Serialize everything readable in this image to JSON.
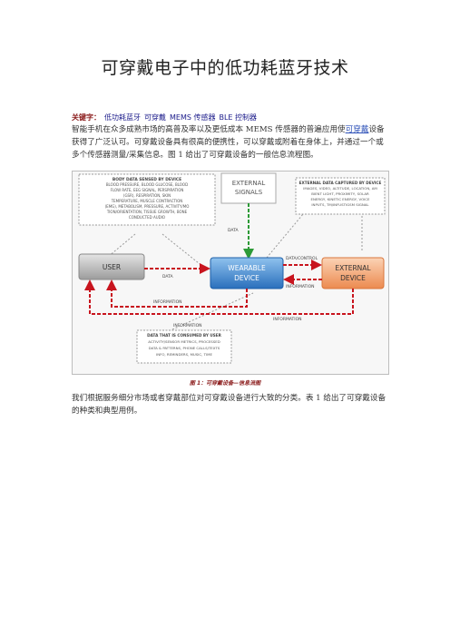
{
  "document": {
    "title": "可穿戴电子中的低功耗蓝牙技术",
    "keywords_label": "关键字：",
    "keywords": [
      "低功耗蓝牙",
      "可穿戴",
      "MEMS 传感器",
      "BLE 控制器"
    ],
    "para1_before": "智能手机在众多成熟市场的高普及率以及更低成本 MEMS 传感器的普遍应用使",
    "para1_link": "可穿戴",
    "para1_after": "设备获得了广泛认可。可穿戴设备具有很高的便携性，可以穿戴或附着在身体上，并通过一个或多个传感器测量/采集信息。图 1 给出了可穿戴设备的一般信息流程图。",
    "caption": "图 1：可穿戴设备—信息流图",
    "para2": "我们根据服务细分市场或者穿戴部位对可穿戴设备进行大致的分类。表 1 给出了可穿戴设备的种类和典型用例。"
  },
  "diagram": {
    "user": "USER",
    "wearable_line1": "WEARABLE",
    "wearable_line2": "DEVICE",
    "external_line1": "EXTERNAL",
    "external_line2": "DEVICE",
    "signals_line1": "EXTERNAL",
    "signals_line2": "SIGNALS",
    "label_data_top": "DATA",
    "label_data_left": "DATA",
    "label_data_control": "DATA/CONTROL",
    "label_information_right": "INFORMATION",
    "label_information_mid": "INFORMATION",
    "label_information_bottom": "INFORMATION",
    "label_information_lower": "INFORMATION",
    "body_data": [
      "BODY DATA SENSED BY DEVICE",
      "BLOOD PRESSURE, BLOOD GLUCOSE, BLOOD",
      "FLOW RATE, EEG SIGNAL, PERSPIRATION",
      "(GSR), RESPIRATION, SKIN",
      "TEMPERATURE, MUSCLE CONTRACTION",
      "(EMG), METABOLISM, PRESSURE, ACTIVITY/MO",
      "TION/ORIENTATION, TISSUE GROWTH, BONE",
      "CONDUCTED AUDIO"
    ],
    "external_data": [
      "EXTERNAL DATA CAPTURED BY DEVICE",
      "IMAGES, VIDEO, ALTITUDE, LOCATION, AM",
      "BIENT LIGHT, PROXIMITY, SOLAR",
      "ENERGY, KINETIC ENERGY, VOICE",
      "INPUTS, TM/INFUSTIGSM SIGNAL"
    ],
    "consumed_data": [
      "DATA THAT IS CONSUMED BY USER",
      "ACTIVITY/SENSOR METRICS, PROCESSED",
      "DATA & PATTERNS, PHONE CALLS/TEXTS",
      "INFO, REMINDERS, MUSIC, TIME"
    ]
  }
}
